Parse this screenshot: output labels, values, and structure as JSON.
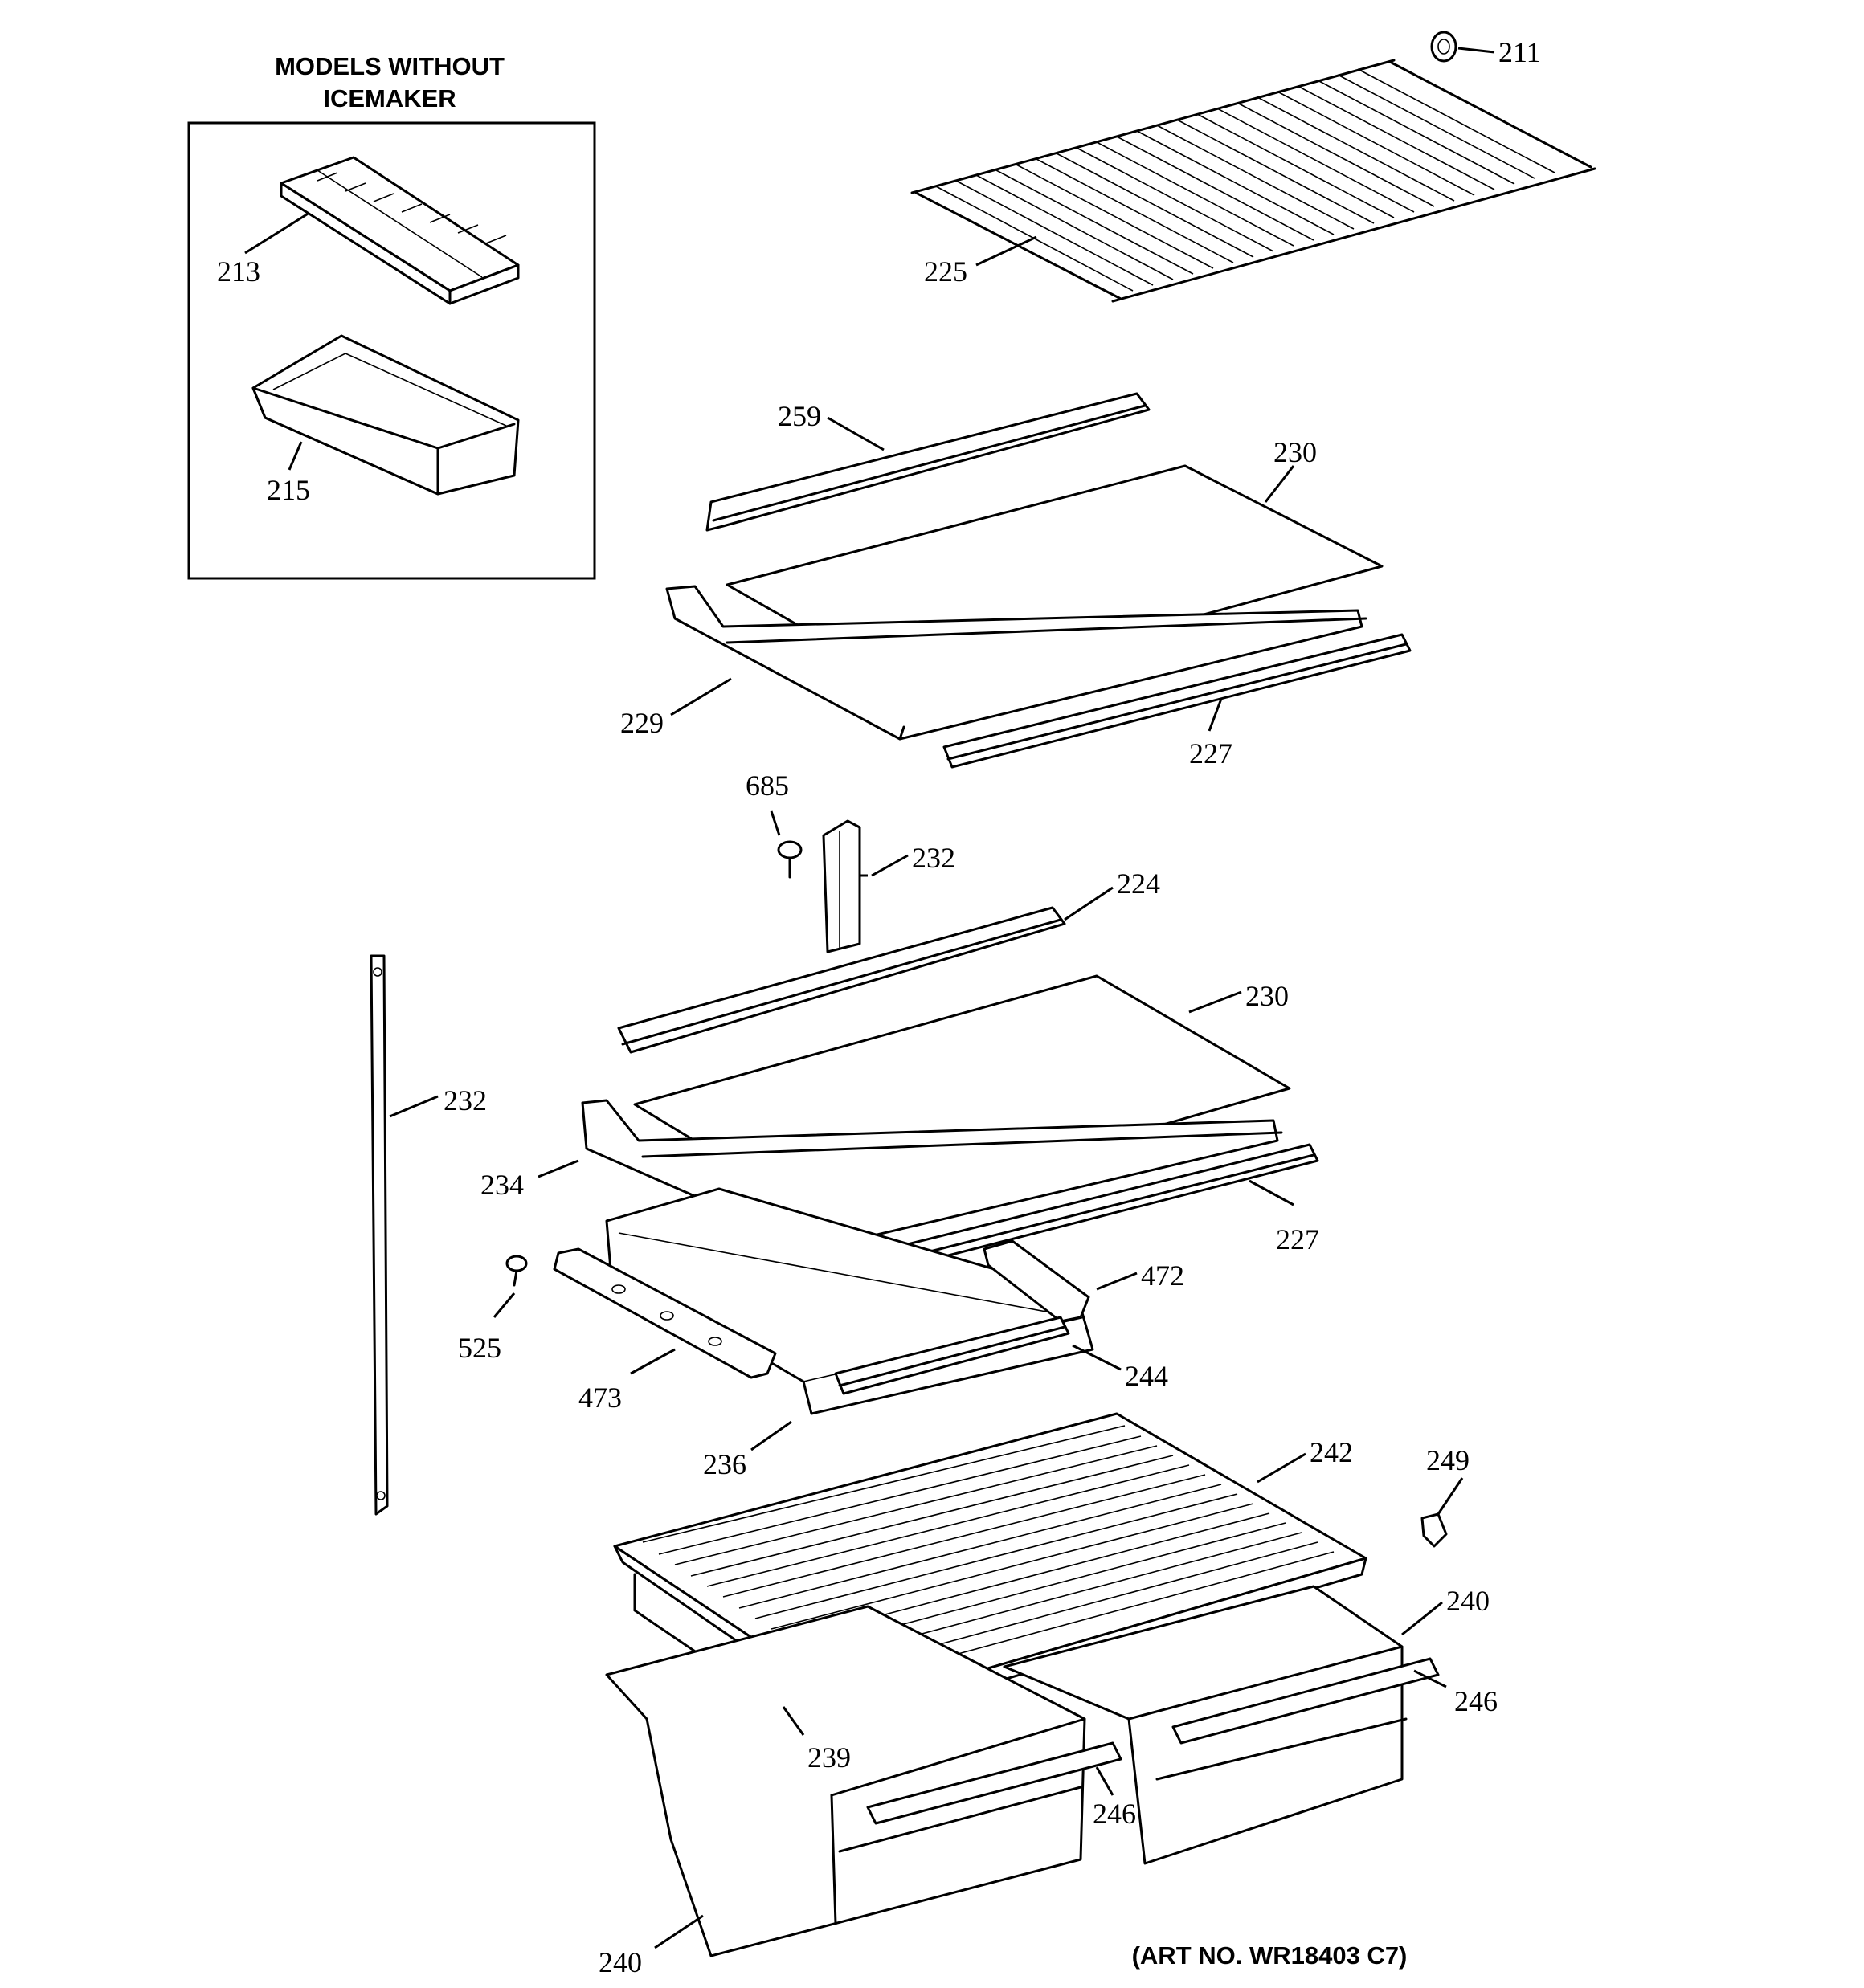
{
  "inset": {
    "title_line1": "MODELS WITHOUT",
    "title_line2": "ICEMAKER"
  },
  "art_no": "(ART NO. WR18403 C7)",
  "callouts": {
    "c211": "211",
    "c225": "225",
    "c213": "213",
    "c215": "215",
    "c259": "259",
    "c230a": "230",
    "c229": "229",
    "c227a": "227",
    "c685": "685",
    "c232a": "232",
    "c224": "224",
    "c230b": "230",
    "c232b": "232",
    "c234": "234",
    "c227b": "227",
    "c472": "472",
    "c525": "525",
    "c473": "473",
    "c244": "244",
    "c236": "236",
    "c242": "242",
    "c249": "249",
    "c240a": "240",
    "c246a": "246",
    "c239": "239",
    "c246b": "246",
    "c240b": "240"
  }
}
